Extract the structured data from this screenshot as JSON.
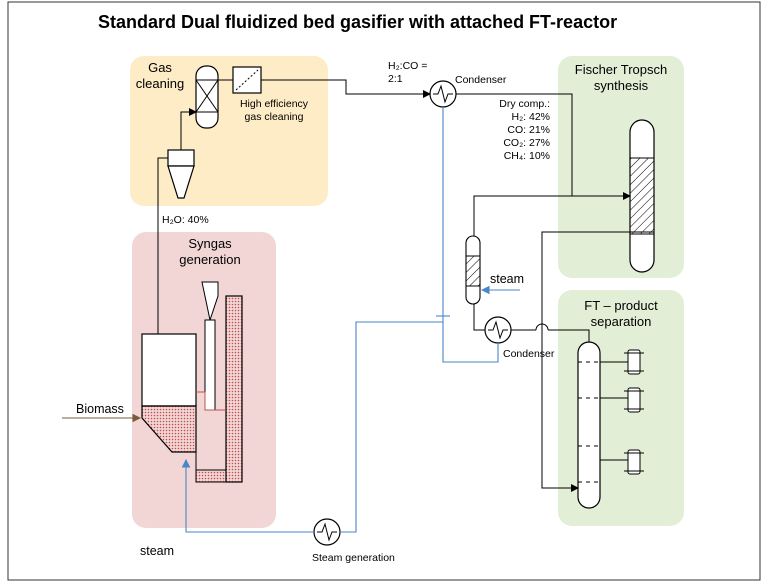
{
  "title": "Standard Dual fluidized bed gasifier with attached FT-reactor",
  "zones": {
    "gas_cleaning": {
      "line1": "Gas",
      "line2": "cleaning",
      "color": "#fdecc6"
    },
    "syngas_generation": {
      "line1": "Syngas",
      "line2": "generation",
      "color": "#f2d6d6"
    },
    "fischer_tropsch": {
      "line1": "Fischer Tropsch",
      "line2": "synthesis",
      "color": "#e2eed6"
    },
    "ft_product_separation": {
      "line1": "FT – product",
      "line2": "separation",
      "color": "#e2eed6"
    }
  },
  "labels": {
    "high_efficiency_1": "High efficiency",
    "high_efficiency_2": "gas cleaning",
    "h2co_ratio_1": "H₂:CO =",
    "h2co_ratio_2": "2:1",
    "condenser_top": "Condenser",
    "condenser_bottom": "Condenser",
    "dry_comp_title": "Dry comp.:",
    "h2_label": "H₂:",
    "h2_value": "42%",
    "co_label": "CO:",
    "co_value": "21%",
    "co2_label": "CO₂:",
    "co2_value": "27%",
    "ch4_label": "CH₄:",
    "ch4_value": "10%",
    "h2o": "H₂O: 40%",
    "steam_mid": "steam",
    "steam_bottom": "steam",
    "biomass": "Biomass",
    "steam_generation": "Steam generation"
  },
  "colors": {
    "process_line": "#000000",
    "water_line": "#4a86c8",
    "biomass_line": "#7a5c3c",
    "bed_fill": "#c0504d"
  }
}
